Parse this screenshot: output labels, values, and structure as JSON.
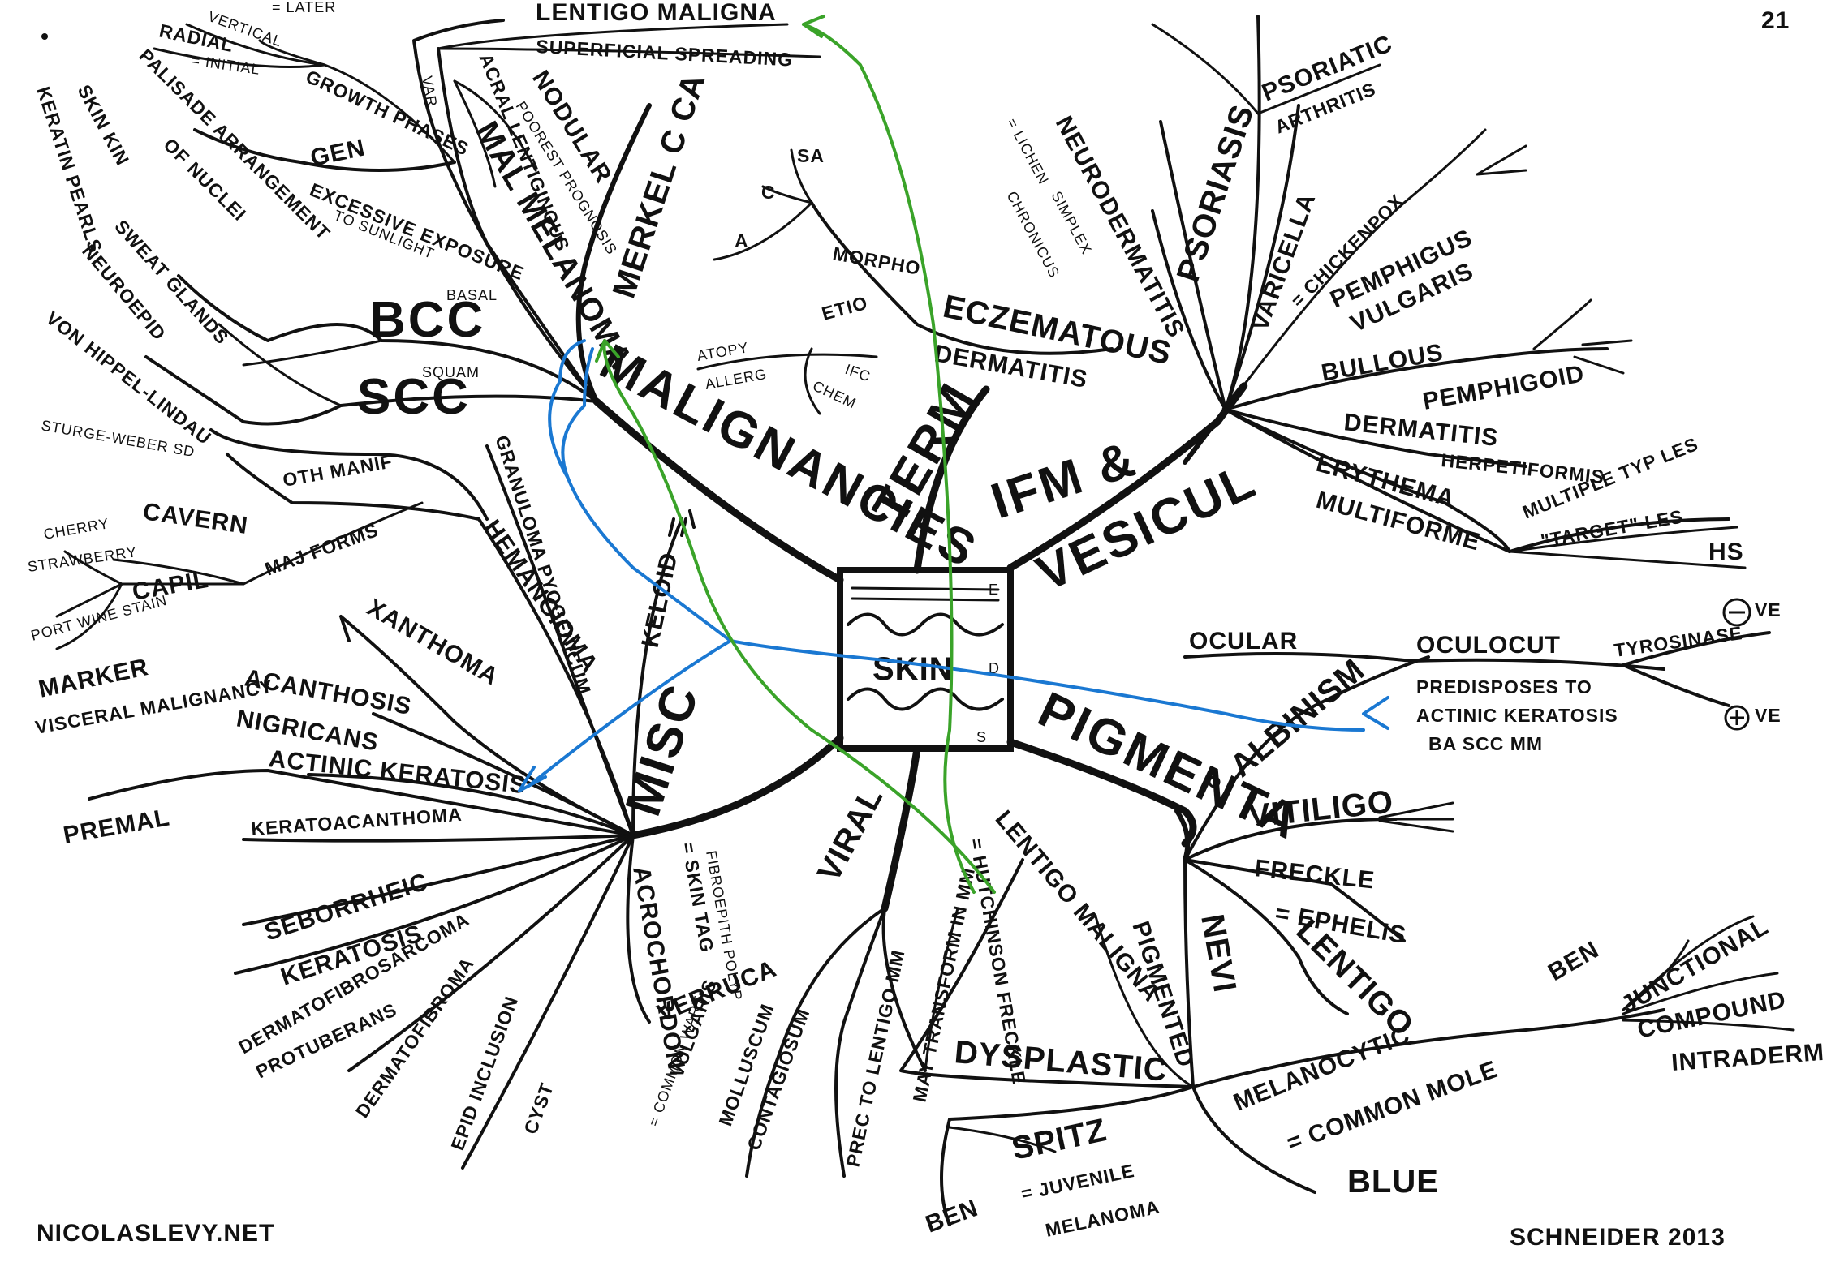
{
  "page_number": "21",
  "footer": {
    "left": "NICOLASLEVY.NET",
    "right": "SCHNEIDER 2013"
  },
  "center": {
    "label": "SKIN",
    "layer_e": "E",
    "layer_d": "D",
    "layer_s": "S"
  },
  "main_branches": {
    "term": "TERM",
    "ifm_vesicul_1": "IFM &",
    "ifm_vesicul_2": "VESICUL",
    "pigmenta": "PIGMENTA",
    "viral": "VIRAL",
    "misc": "MISC",
    "malignancies": "MALIGNANCIES"
  },
  "eczematous": {
    "title": "ECZEMATOUS",
    "title2": "DERMATITIS",
    "morpho": "MORPHO",
    "sa": "SA",
    "c": "C",
    "a": "A",
    "etio": "ETIO",
    "atopy": "ATOPY",
    "allerg": "ALLERG",
    "ifc": "IFC",
    "chem": "CHEM"
  },
  "vesicul_items": {
    "neurodermatitis": "NEURODERMATITIS",
    "lichen_1": "= LICHEN",
    "lichen_2": "SIMPLEX",
    "lichen_3": "CHRONICUS",
    "psoriasis": "PSORIASIS",
    "psoriatic_1": "PSORIATIC",
    "psoriatic_2": "ARTHRITIS",
    "varicella": "VARICELLA",
    "chickenpox": "= CHICKENPOX",
    "pemphigus_1": "PEMPHIGUS",
    "pemphigus_2": "VULGARIS",
    "bullous_1": "BULLOUS",
    "bullous_2": "PEMPHIGOID",
    "derm_herp_1": "DERMATITIS",
    "derm_herp_2": "HERPETIFORMIS",
    "erythema_1": "ERYTHEMA",
    "erythema_2": "MULTIFORME",
    "multiple_typ_les": "MULTIPLE TYP LES",
    "target_les": "\"TARGET\" LES",
    "hs": "HS"
  },
  "pigmenta_items": {
    "albinism": "ALBINISM",
    "ocular": "OCULAR",
    "oculocut": "OCULOCUT",
    "tyrosinase": "TYROSINASE",
    "neg": "VE",
    "pos": "VE",
    "predis_1": "PREDISPOSES TO",
    "predis_2": "ACTINIC KERATOSIS",
    "predis_3": "BA SCC MM",
    "vitiligo": "VITILIGO",
    "freckle": "FRECKLE",
    "ephelis": "= EPHELIS",
    "lentigo": "LENTIGO",
    "nevi": "NEVI",
    "melanocytic": "MELANOCYTIC",
    "common_mole": "= COMMON MOLE",
    "ben": "BEN",
    "junctional": "JUNCTIONAL",
    "compound": "COMPOUND",
    "intraderm": "INTRADERM",
    "blue": "BLUE",
    "pigmented": "PIGMENTED",
    "dysplastic": "DYSPLASTIC",
    "ben_spitz_1": "BEN",
    "ben_spitz_2": "SPITZ",
    "juvenile_1": "= JUVENILE",
    "juvenile_2": "MELANOMA",
    "lentigo_mal": "LENTIGO MALIGNA",
    "hutchinson": "= HUTCHINSON FRECKLE"
  },
  "viral_items": {
    "mm": "MAY TRANSFORM IN MM",
    "prec": "PREC TO LENTIGO MM",
    "molluscum_1": "MOLLUSCUM",
    "molluscum_2": "CONTAGIOSUM",
    "verruca_1": "VERRUCA",
    "verruca_2": "VULGARIS",
    "wart": "= COMMON WART"
  },
  "misc_items": {
    "acrochordon": "ACROCHORDON",
    "skintag": "= SKIN TAG",
    "polyp": "FIBROEPITH POLYP",
    "keloid": "KELOID",
    "granuloma": "GRANULOMA PYOGENICUM",
    "hemangioma": "HEMANGIOMA",
    "xanthoma": "XANTHOMA",
    "acanthosis_1": "ACANTHOSIS",
    "acanthosis_2": "NIGRICANS",
    "marker": "MARKER",
    "visceral": "VISCERAL MALIGNANCY",
    "actinic": "ACTINIC KERATOSIS",
    "premal": "PREMAL",
    "keratoacanthoma": "KERATOACANTHOMA",
    "seborrheic_1": "SEBORRHEIC",
    "seborrheic_2": "KERATOSIS",
    "dfsp_1": "DERMATOFIBROSARCOMA",
    "dfsp_2": "PROTUBERANS",
    "dermatofibroma": "DERMATOFIBROMA",
    "epid_1": "EPID INCLUSION",
    "epid_2": "CYST",
    "oth_manif": "OTH MANIF",
    "sturge": "STURGE-WEBER SD",
    "maj_forms": "MAJ FORMS",
    "cavern": "CAVERN",
    "capil": "CAPIL",
    "cherry": "CHERRY",
    "strawberry": "STRAWBERRY",
    "port_wine": "PORT WINE STAIN"
  },
  "malig_items": {
    "merkel": "MERKEL C CA",
    "mal_melanoma": "MAL MELANOMA",
    "lentigo_maligna": "LENTIGO MALIGNA",
    "superficial": "SUPERFICIAL SPREADING",
    "nodular_1": "NODULAR",
    "nodular_2": "POOREST PROGNOSIS",
    "acral": "ACRAL LENTIGINOUS",
    "var": "VAR",
    "gen": "GEN",
    "growth": "GROWTH PHASES",
    "radial": "RADIAL",
    "initial": "= INITIAL",
    "vertical": "VERTICAL",
    "later": "= LATER",
    "excessive_1": "EXCESSIVE EXPOSURE",
    "excessive_2": "TO SUNLIGHT",
    "bcc": "BCC",
    "basal": "BASAL",
    "palisade_1": "PALISADE ARRANGEMENT",
    "palisade_2": "OF NUCLEI",
    "scc": "SCC",
    "squam": "SQUAM",
    "keratin_1": "KERATIN PEARLS",
    "keratin_2": "SKIN KIN",
    "sweat": "SWEAT GLANDS",
    "neuro": "NEUROEPID",
    "vhl": "VON HIPPEL-LINDAU"
  }
}
